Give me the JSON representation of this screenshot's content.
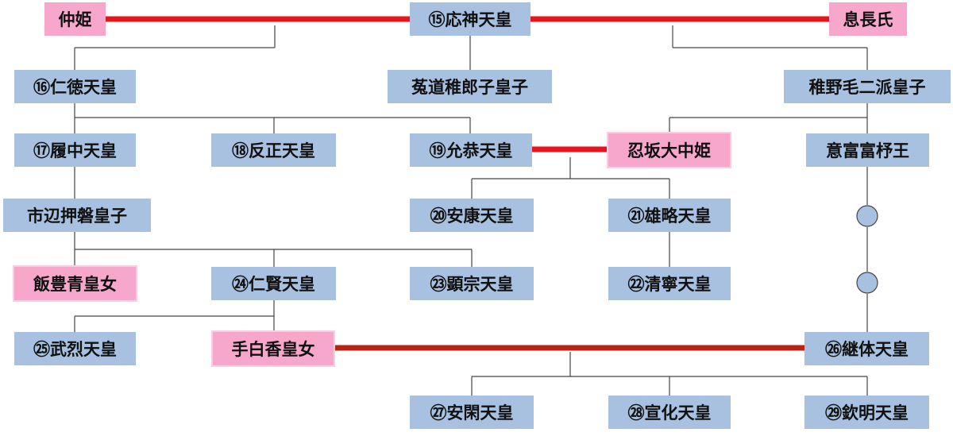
{
  "colors": {
    "male": "#a8c1e0",
    "female": "#f7a6cc",
    "marriage": "#e8141b",
    "marriage_dark": "#b52417",
    "line": "#444444",
    "unknown": "#a8c1e0"
  },
  "nodes": {
    "nakatsuhime": "仲姫",
    "ojin": "⑮応神天皇",
    "okinaga": "息長氏",
    "nintoku": "⑯仁徳天皇",
    "uji": "菟道稚郎子皇子",
    "wakanuke": "稚野毛二派皇子",
    "richu": "⑰履中天皇",
    "hanzei": "⑱反正天皇",
    "ingyo": "⑲允恭天皇",
    "osakanoonakatsu": "忍坂大中姫",
    "ohodo": "意富富杼王",
    "ichinobe": "市辺押磐皇子",
    "anko": "⑳安康天皇",
    "yuryaku": "㉑雄略天皇",
    "iitoyo": "飯豊青皇女",
    "ninken": "㉔仁賢天皇",
    "kenzo": "㉓顕宗天皇",
    "seinei": "㉒清寧天皇",
    "buretsu": "㉕武烈天皇",
    "tashiraka": "手白香皇女",
    "keitai": "㉖継体天皇",
    "ankan": "㉗安閑天皇",
    "senka": "㉘宣化天皇",
    "kinmei": "㉙欽明天皇"
  }
}
